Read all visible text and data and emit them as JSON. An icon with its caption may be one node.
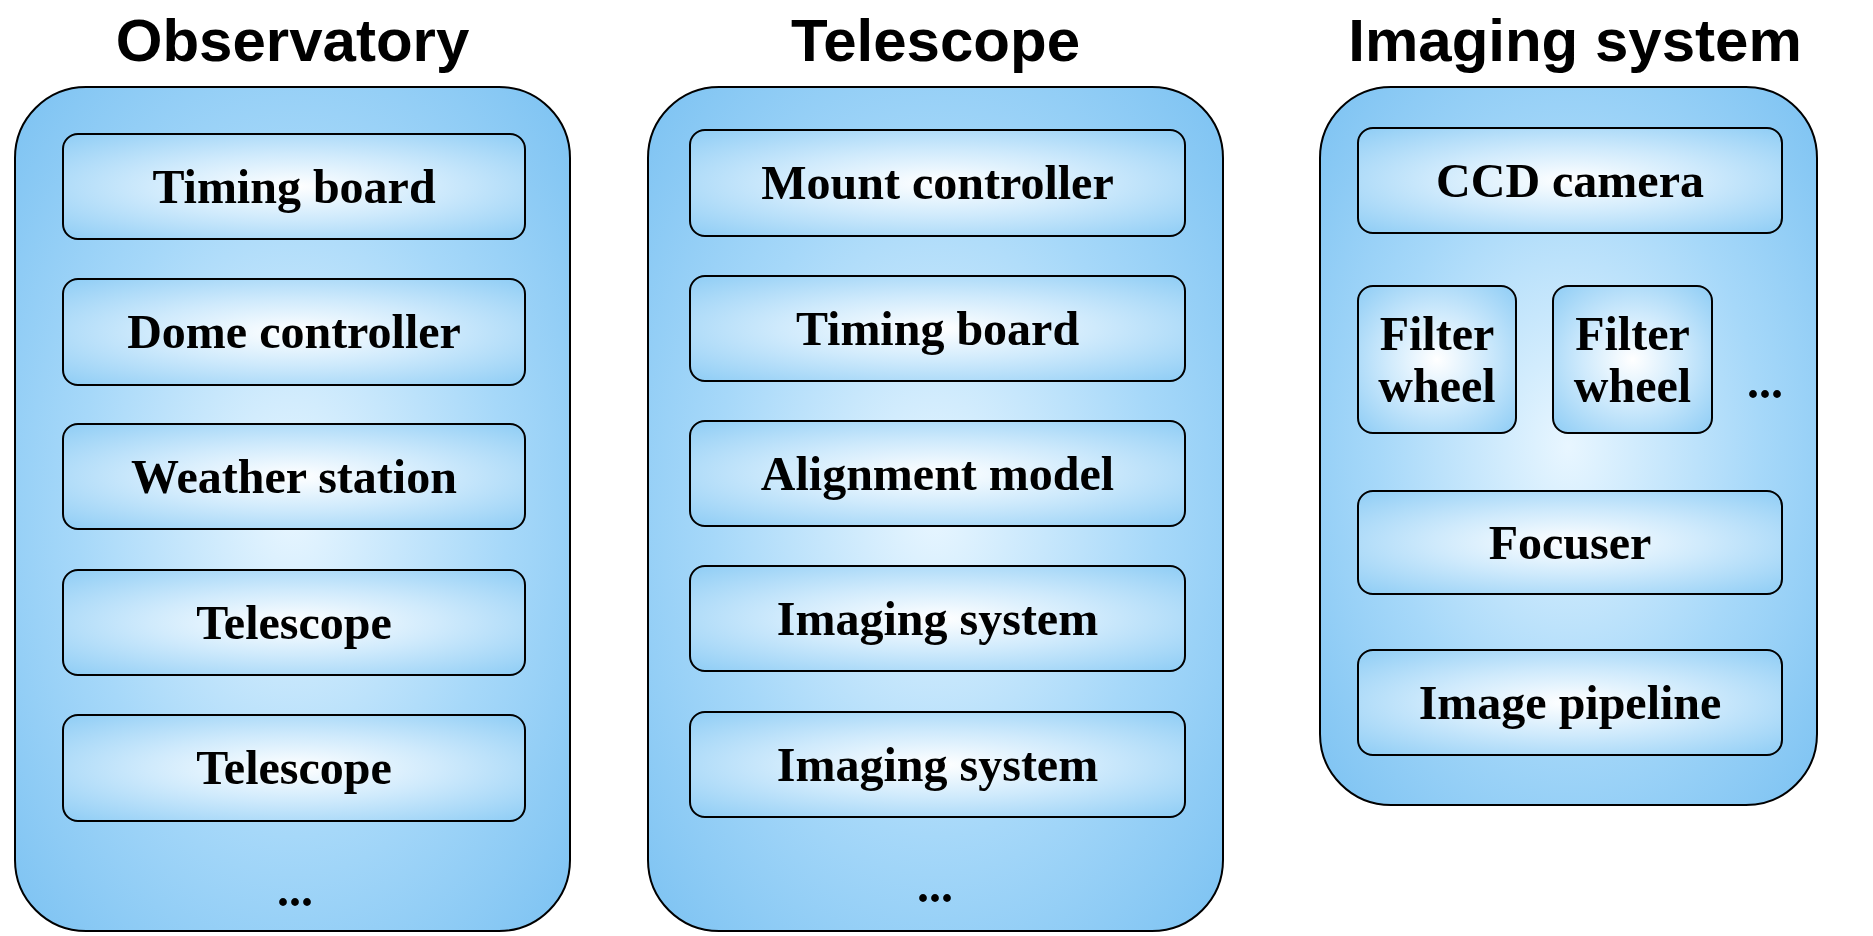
{
  "diagram": {
    "nodes": [
      {
        "text": [
          "Observatory"
        ]
      },
      {
        "text": [
          "Timing board"
        ],
        "in": 0
      },
      {
        "text": [
          "Dome controller"
        ],
        "in": 0
      },
      {
        "text": [
          "Weather station"
        ],
        "in": 0
      },
      {
        "text": [
          "Telescope"
        ],
        "in": 0
      },
      {
        "text": [
          "Telescope"
        ],
        "in": 0
      },
      {
        "text": [
          "Telescope"
        ]
      },
      {
        "text": [
          "Mount controller"
        ],
        "in": 6
      },
      {
        "text": [
          "Timing board"
        ],
        "in": 6
      },
      {
        "text": [
          "Alignment model"
        ],
        "in": 6
      },
      {
        "text": [
          "Imaging system"
        ],
        "in": 6
      },
      {
        "text": [
          "Imaging system"
        ],
        "in": 6
      },
      {
        "text": [
          "Imaging system"
        ]
      },
      {
        "text": [
          "CCD camera"
        ],
        "in": 12
      },
      {
        "text": [
          "Filter wheel"
        ],
        "in": 12
      },
      {
        "text": [
          "Filter wheel"
        ],
        "in": 12
      },
      {
        "text": [
          "Focuser"
        ],
        "in": 12
      },
      {
        "text": [
          "Image pipeline"
        ],
        "in": 12
      }
    ],
    "labels": [
      "...",
      "...",
      "..."
    ]
  }
}
